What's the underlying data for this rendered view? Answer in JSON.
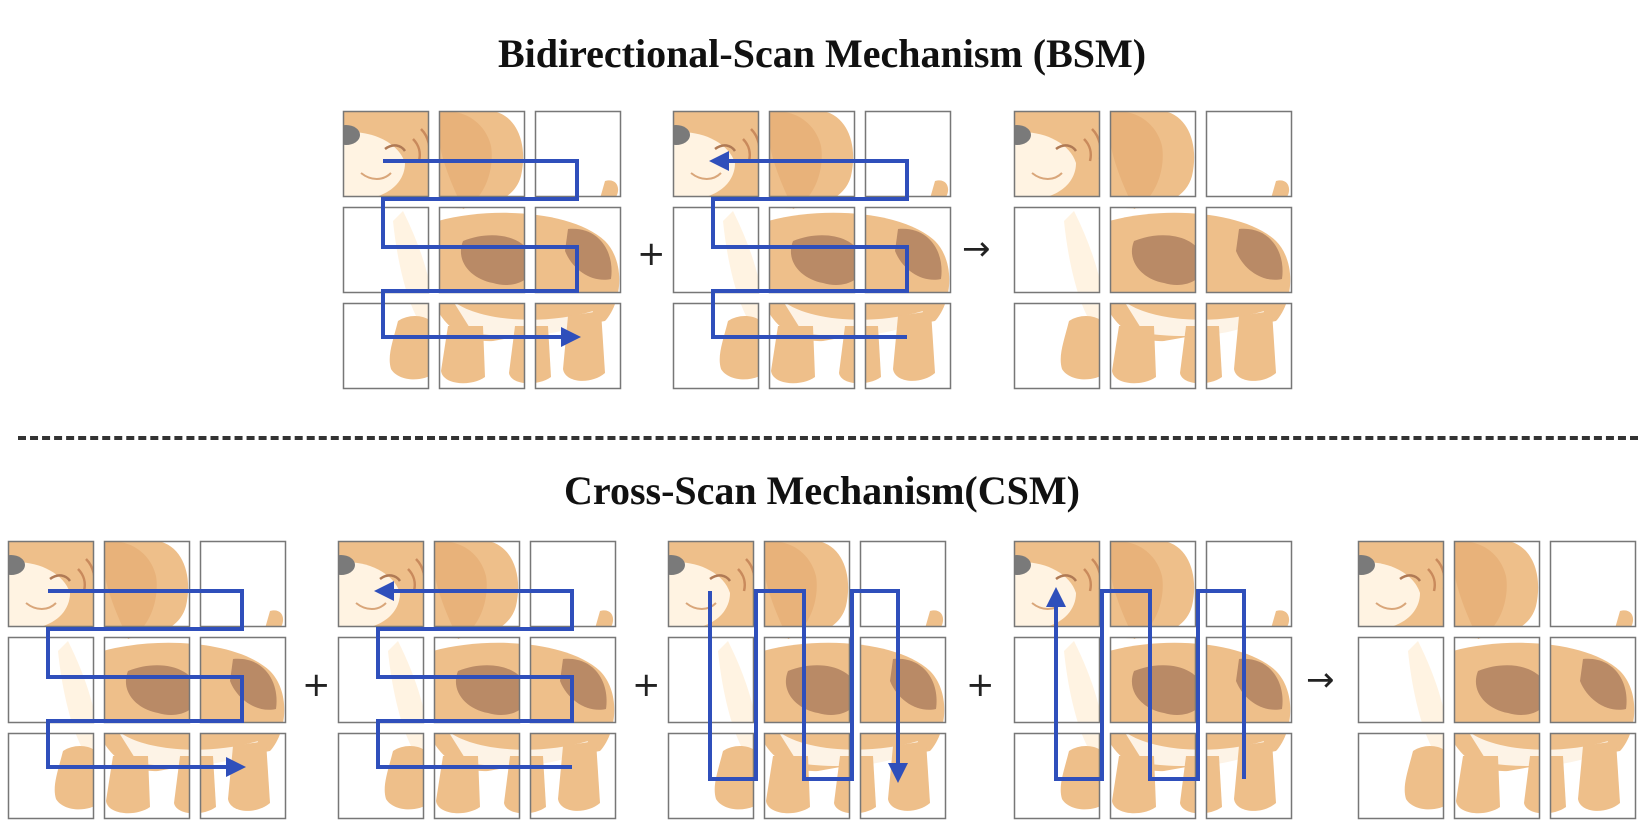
{
  "bsm": {
    "title": "Bidirectional-Scan Mechanism (BSM)",
    "operators": [
      "+",
      "→"
    ]
  },
  "csm": {
    "title": "Cross-Scan Mechanism(CSM)",
    "operators": [
      "+",
      "+",
      "+",
      "→"
    ]
  },
  "colors": {
    "scan_arrow": "#2f4fbb",
    "grid_line": "#777777",
    "dog_body": "#eebf8a",
    "dog_spot": "#b98a66",
    "dog_muzzle": "#fff3e2"
  },
  "scan_patterns": [
    "row-snake-forward",
    "row-snake-backward",
    "column-snake-forward",
    "column-snake-backward"
  ]
}
